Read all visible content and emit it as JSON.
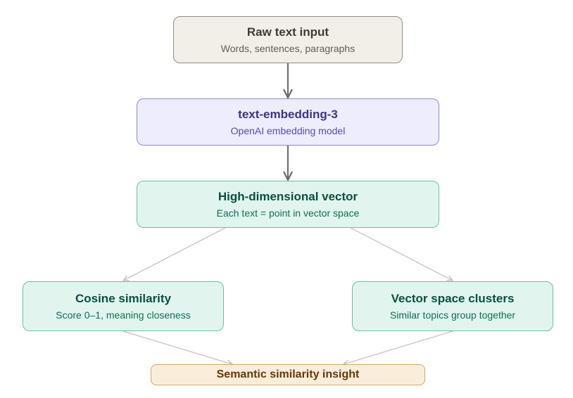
{
  "diagram": {
    "nodes": {
      "raw": {
        "title": "Raw text input",
        "subtitle": "Words, sentences, paragraphs"
      },
      "embed": {
        "title": "text-embedding-3",
        "subtitle": "OpenAI embedding model"
      },
      "vector": {
        "title": "High-dimensional vector",
        "subtitle": "Each text = point in vector space"
      },
      "cosine": {
        "title": "Cosine similarity",
        "subtitle": "Score 0–1, meaning closeness"
      },
      "clusters": {
        "title": "Vector space clusters",
        "subtitle": "Similar topics group together"
      },
      "insight": {
        "title": "Semantic similarity insight"
      }
    },
    "edges": [
      {
        "from": "raw",
        "to": "embed",
        "style": "primary"
      },
      {
        "from": "embed",
        "to": "vector",
        "style": "primary"
      },
      {
        "from": "vector",
        "to": "cosine",
        "style": "secondary"
      },
      {
        "from": "vector",
        "to": "clusters",
        "style": "secondary"
      },
      {
        "from": "cosine",
        "to": "insight",
        "style": "secondary"
      },
      {
        "from": "clusters",
        "to": "insight",
        "style": "secondary"
      }
    ],
    "colors": {
      "primary_arrow": "#6b6a66",
      "secondary_arrow": "#c4c3bf",
      "gray_fill": "#f1efe8",
      "purple_fill": "#eeedfe",
      "teal_fill": "#e1f5ee",
      "amber_fill": "#faeeda"
    }
  }
}
